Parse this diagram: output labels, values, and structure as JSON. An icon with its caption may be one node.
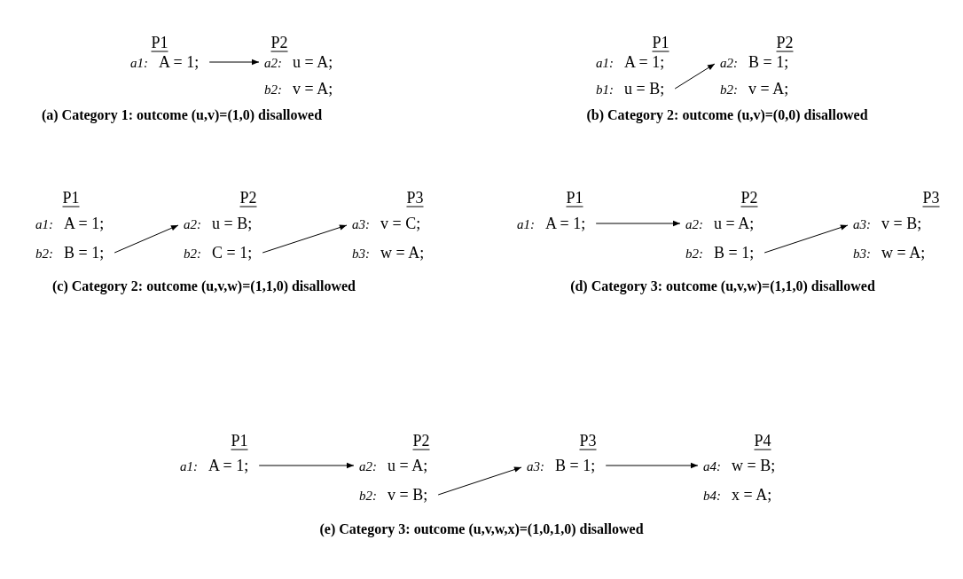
{
  "diagram": {
    "nodes": [
      {
        "text": [
          "a1:",
          "A = 1;"
        ]
      },
      {
        "text": [
          "a2:",
          "u = A;"
        ]
      },
      {
        "text": [
          "b2:",
          "v = A;"
        ]
      },
      {
        "text": [
          "a1:",
          "A = 1;"
        ]
      },
      {
        "text": [
          "b1:",
          "u = B;"
        ]
      },
      {
        "text": [
          "a2:",
          "B = 1;"
        ]
      },
      {
        "text": [
          "b2:",
          "v = A;"
        ]
      },
      {
        "text": [
          "a1:",
          "A = 1;"
        ]
      },
      {
        "text": [
          "b2:",
          "B = 1;"
        ]
      },
      {
        "text": [
          "a2:",
          "u = B;"
        ]
      },
      {
        "text": [
          "b2:",
          "C = 1;"
        ]
      },
      {
        "text": [
          "a3:",
          "v = C;"
        ]
      },
      {
        "text": [
          "b3:",
          "w = A;"
        ]
      },
      {
        "text": [
          "a1:",
          "A = 1;"
        ]
      },
      {
        "text": [
          "a2:",
          "u = A;"
        ]
      },
      {
        "text": [
          "b2:",
          "B = 1;"
        ]
      },
      {
        "text": [
          "a3:",
          "v = B;"
        ]
      },
      {
        "text": [
          "b3:",
          "w = A;"
        ]
      },
      {
        "text": [
          "a1:",
          "A = 1;"
        ]
      },
      {
        "text": [
          "a2:",
          "u = A;"
        ]
      },
      {
        "text": [
          "b2:",
          "v = B;"
        ]
      },
      {
        "text": [
          "a3:",
          "B = 1;"
        ]
      },
      {
        "text": [
          "a4:",
          "w = B;"
        ]
      },
      {
        "text": [
          "b4:",
          "x = A;"
        ]
      }
    ],
    "edges": [
      {
        "from": 0,
        "to": 1,
        "arrow": "to"
      },
      {
        "from": 4,
        "to": 5,
        "arrow": "to"
      },
      {
        "from": 8,
        "to": 9,
        "arrow": "to"
      },
      {
        "from": 10,
        "to": 11,
        "arrow": "to"
      },
      {
        "from": 13,
        "to": 14,
        "arrow": "to"
      },
      {
        "from": 15,
        "to": 16,
        "arrow": "to"
      },
      {
        "from": 18,
        "to": 19,
        "arrow": "to"
      },
      {
        "from": 20,
        "to": 21,
        "arrow": "to"
      },
      {
        "from": 21,
        "to": 22,
        "arrow": "to"
      }
    ],
    "labels": [
      "P1",
      "P2",
      "P1",
      "P2",
      "(a) Category 1: outcome (u,v)=(1,0) disallowed",
      "(b) Category 2: outcome (u,v)=(0,0) disallowed",
      "P1",
      "P2",
      "P3",
      "P1",
      "P2",
      "P3",
      "(c) Category 2: outcome (u,v,w)=(1,1,0) disallowed",
      "(d) Category 3: outcome (u,v,w)=(1,1,0) disallowed",
      "P1",
      "P2",
      "P3",
      "P4",
      "(e) Category 3: outcome (u,v,w,x)=(1,0,1,0) disallowed"
    ]
  }
}
